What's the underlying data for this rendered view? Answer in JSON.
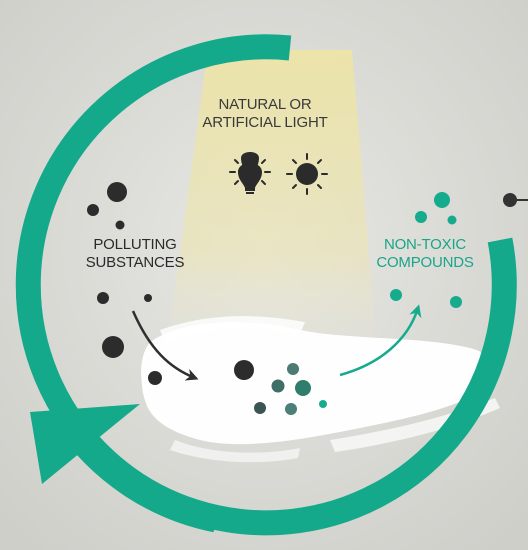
{
  "labels": {
    "light": [
      "NATURAL OR",
      "ARTIFICIAL LIGHT"
    ],
    "polluting": [
      "POLLUTING",
      "SUBSTANCES"
    ],
    "nontoxic": [
      "NON-TOXIC",
      "COMPOUNDS"
    ]
  },
  "icons": {
    "bulb": "light-bulb-icon",
    "sun": "sun-icon"
  },
  "colors": {
    "background": "#dcdcd7",
    "cycle": "#13a98a",
    "light_beam": "#ece3a4",
    "pollutant": "#2c2c2c",
    "transition": "#3c6e66",
    "nontoxic": "#17ab8e",
    "label_dark": "#2a2a2a",
    "label_teal": "#1aa58a"
  }
}
